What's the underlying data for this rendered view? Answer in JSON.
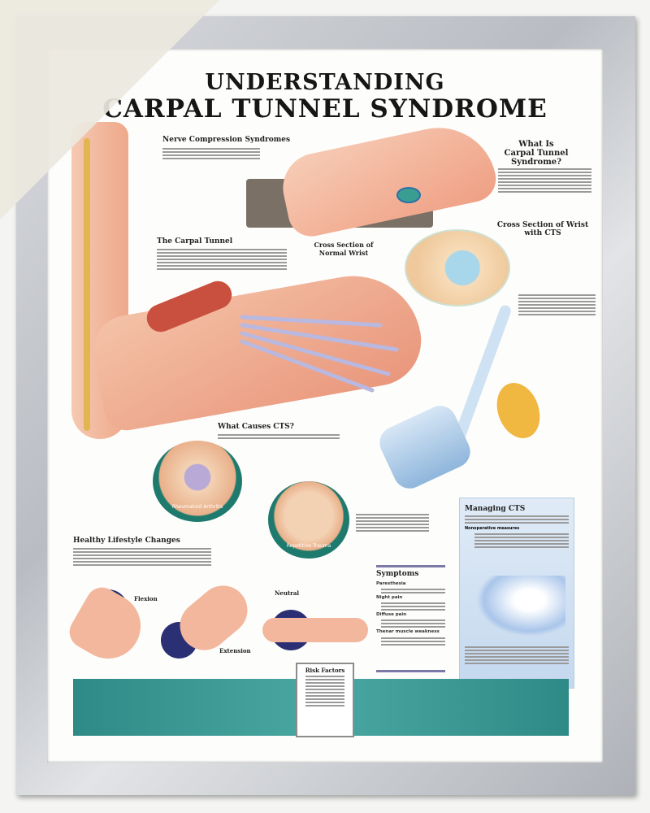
{
  "poster": {
    "title_line1": "UNDERSTANDING",
    "title_line2": "CARPAL TUNNEL SYNDROME",
    "sections": {
      "nerve_compression": "Nerve Compression Syndromes",
      "what_is": "What Is Carpal Tunnel Syndrome?",
      "cross_section_cts": "Cross Section of Wrist with CTS",
      "carpal_tunnel": "The Carpal Tunnel",
      "cross_section_normal": "Cross Section of Normal Wrist",
      "what_causes": "What Causes CTS?",
      "healthy_lifestyle": "Healthy Lifestyle Changes",
      "symptoms": "Symptoms",
      "risk_factors": "Risk Factors",
      "managing": "Managing CTS"
    },
    "circle_labels": {
      "rheumatoid": "Rheumatoid Arthritis",
      "repetitive": "Repetitive Trauma"
    },
    "positions": {
      "flexion": "Flexion",
      "extension": "Extension",
      "neutral": "Neutral"
    },
    "symptom_items": [
      "Paresthesia",
      "Night pain",
      "Diffuse pain",
      "Thenar muscle weakness"
    ],
    "managing_subhead": "Nonoperative measures",
    "colors": {
      "teal": "#2e8a86",
      "navy": "#2b2f73",
      "skin": "#f2b79c",
      "panel": "#d6e4f4",
      "frame": "#c4c7cc"
    }
  }
}
